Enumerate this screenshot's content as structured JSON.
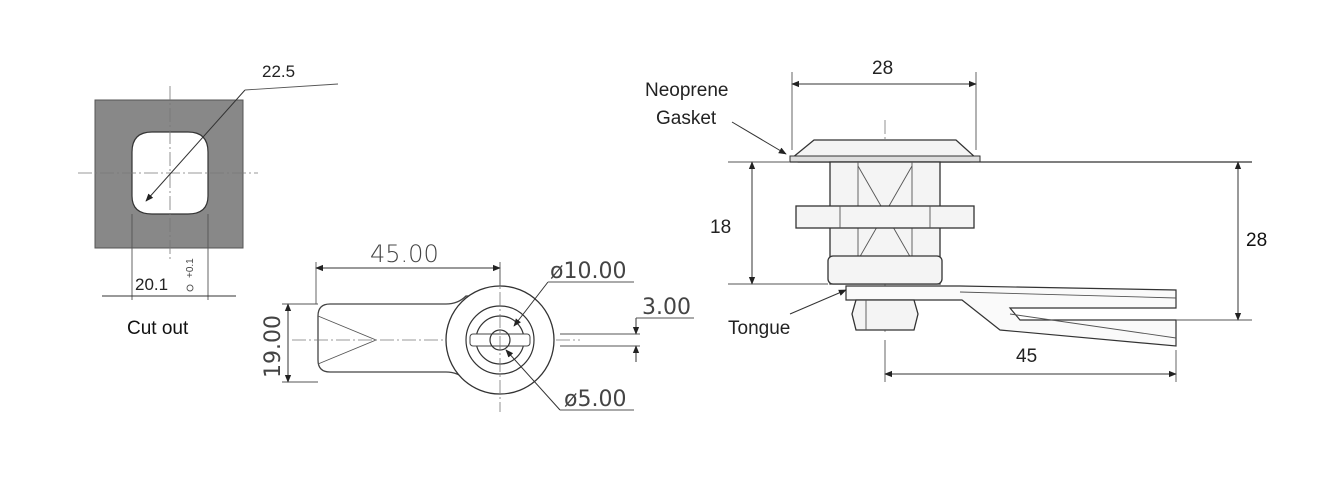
{
  "cutout": {
    "dim_diagonal": "22.5",
    "dim_width": "20.1",
    "tolerance": "+0.1\n0",
    "caption": "Cut out"
  },
  "cam": {
    "dim_length": "45.00",
    "dim_height": "19.00",
    "dim_outer_dia": "ø10.00",
    "dim_inner_dia": "ø5.00",
    "dim_thickness": "3.00"
  },
  "side": {
    "label_gasket_line1": "Neoprene",
    "label_gasket_line2": "Gasket",
    "label_tongue": "Tongue",
    "dim_head_width": "28",
    "dim_body_height": "18",
    "dim_total_height": "28",
    "dim_tongue_length": "45"
  },
  "colors": {
    "panel_fill": "#888888",
    "line": "#333333"
  }
}
